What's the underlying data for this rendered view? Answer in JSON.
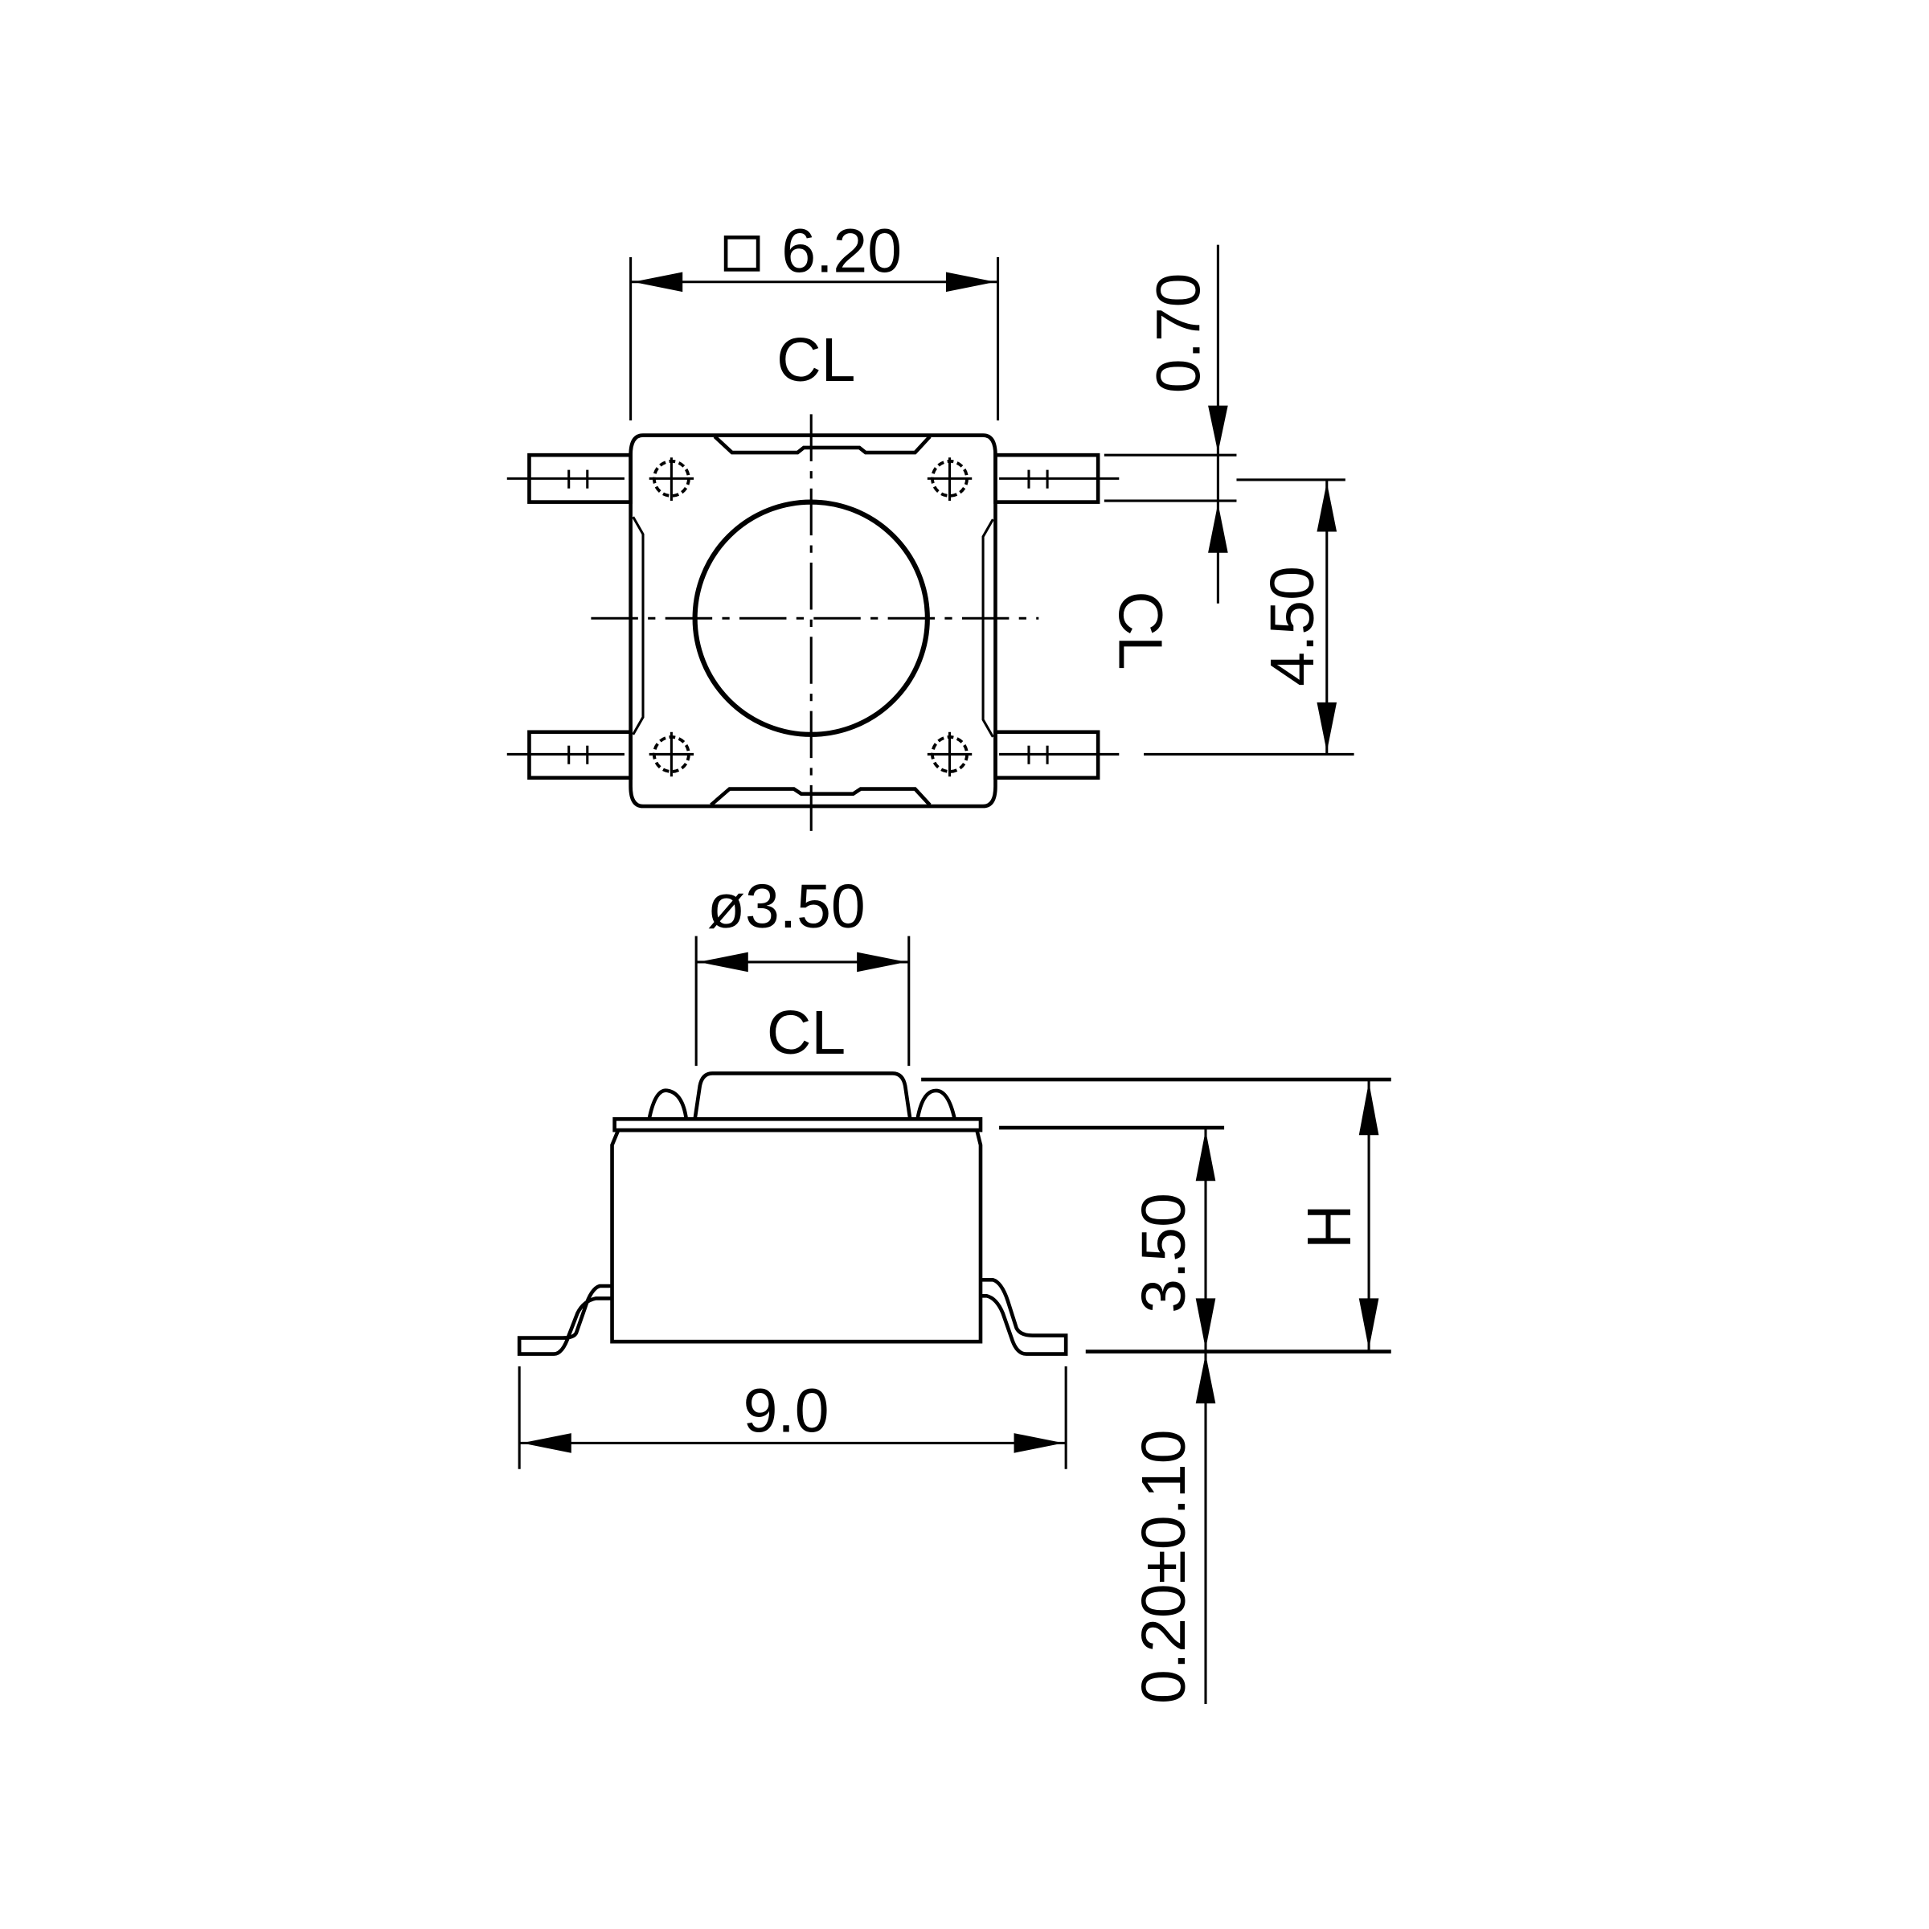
{
  "top_view": {
    "width_dim": "6.20",
    "width_prefix_symbol": "square-icon",
    "terminal_width_dim": "0.70",
    "terminal_pitch_dim": "4.50",
    "centerline_symbol": "CL"
  },
  "side_view": {
    "button_diameter_dim": "ø3.50",
    "body_height_dim": "3.50",
    "total_height_dim": "H",
    "standoff_dim": "0.20±0.10",
    "overall_length_dim": "9.0",
    "centerline_symbol": "CL"
  },
  "colors": {
    "line": "#000000",
    "background": "#ffffff"
  }
}
